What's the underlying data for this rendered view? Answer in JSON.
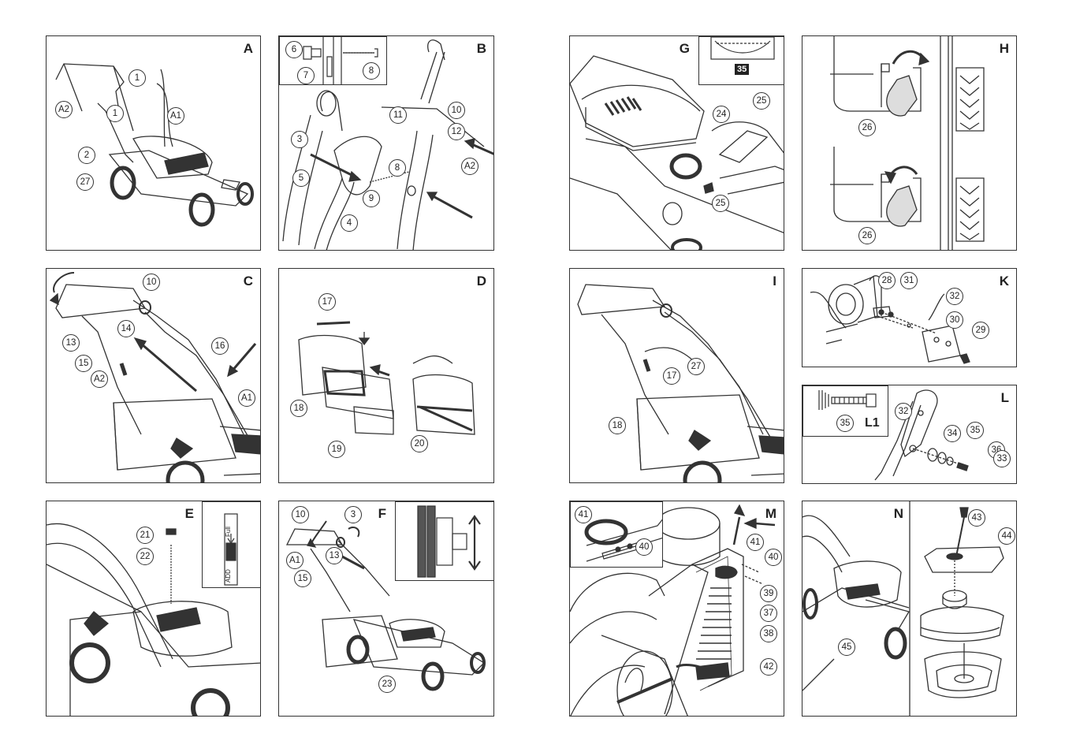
{
  "panels": {
    "A": {
      "label": "A",
      "callouts": [
        "1",
        "1",
        "A1",
        "A2",
        "2",
        "27"
      ]
    },
    "B": {
      "label": "B",
      "inset_callouts": [
        "6",
        "7",
        "8"
      ],
      "callouts": [
        "3",
        "11",
        "10",
        "12",
        "A2",
        "8",
        "5",
        "9",
        "4"
      ]
    },
    "C": {
      "label": "C",
      "callouts": [
        "10",
        "13",
        "14",
        "15",
        "A2",
        "16",
        "A1"
      ]
    },
    "D": {
      "label": "D",
      "callouts": [
        "17",
        "18",
        "19",
        "20"
      ]
    },
    "E": {
      "label": "E",
      "callouts": [
        "21",
        "22"
      ],
      "gauge": {
        "full": "Full",
        "add": "ADD"
      }
    },
    "F": {
      "label": "F",
      "callouts": [
        "10",
        "3",
        "A1",
        "13",
        "15",
        "23"
      ]
    },
    "G": {
      "label": "G",
      "callouts": [
        "24",
        "25",
        "25"
      ],
      "tag": "35"
    },
    "H": {
      "label": "H",
      "callouts": [
        "26",
        "26"
      ]
    },
    "I": {
      "label": "I",
      "callouts": [
        "17",
        "27",
        "18"
      ]
    },
    "K": {
      "label": "K",
      "callouts": [
        "28",
        "31",
        "32",
        "30",
        "29"
      ]
    },
    "L": {
      "label": "L",
      "inset_label": "L1",
      "inset_callouts": [
        "35"
      ],
      "callouts": [
        "32",
        "34",
        "35",
        "36",
        "33"
      ]
    },
    "M": {
      "label": "M",
      "inset_callouts": [
        "41",
        "40"
      ],
      "callouts": [
        "41",
        "40",
        "39",
        "37",
        "38",
        "42"
      ]
    },
    "N": {
      "label": "N",
      "callouts": [
        "43",
        "44",
        "45"
      ]
    }
  }
}
